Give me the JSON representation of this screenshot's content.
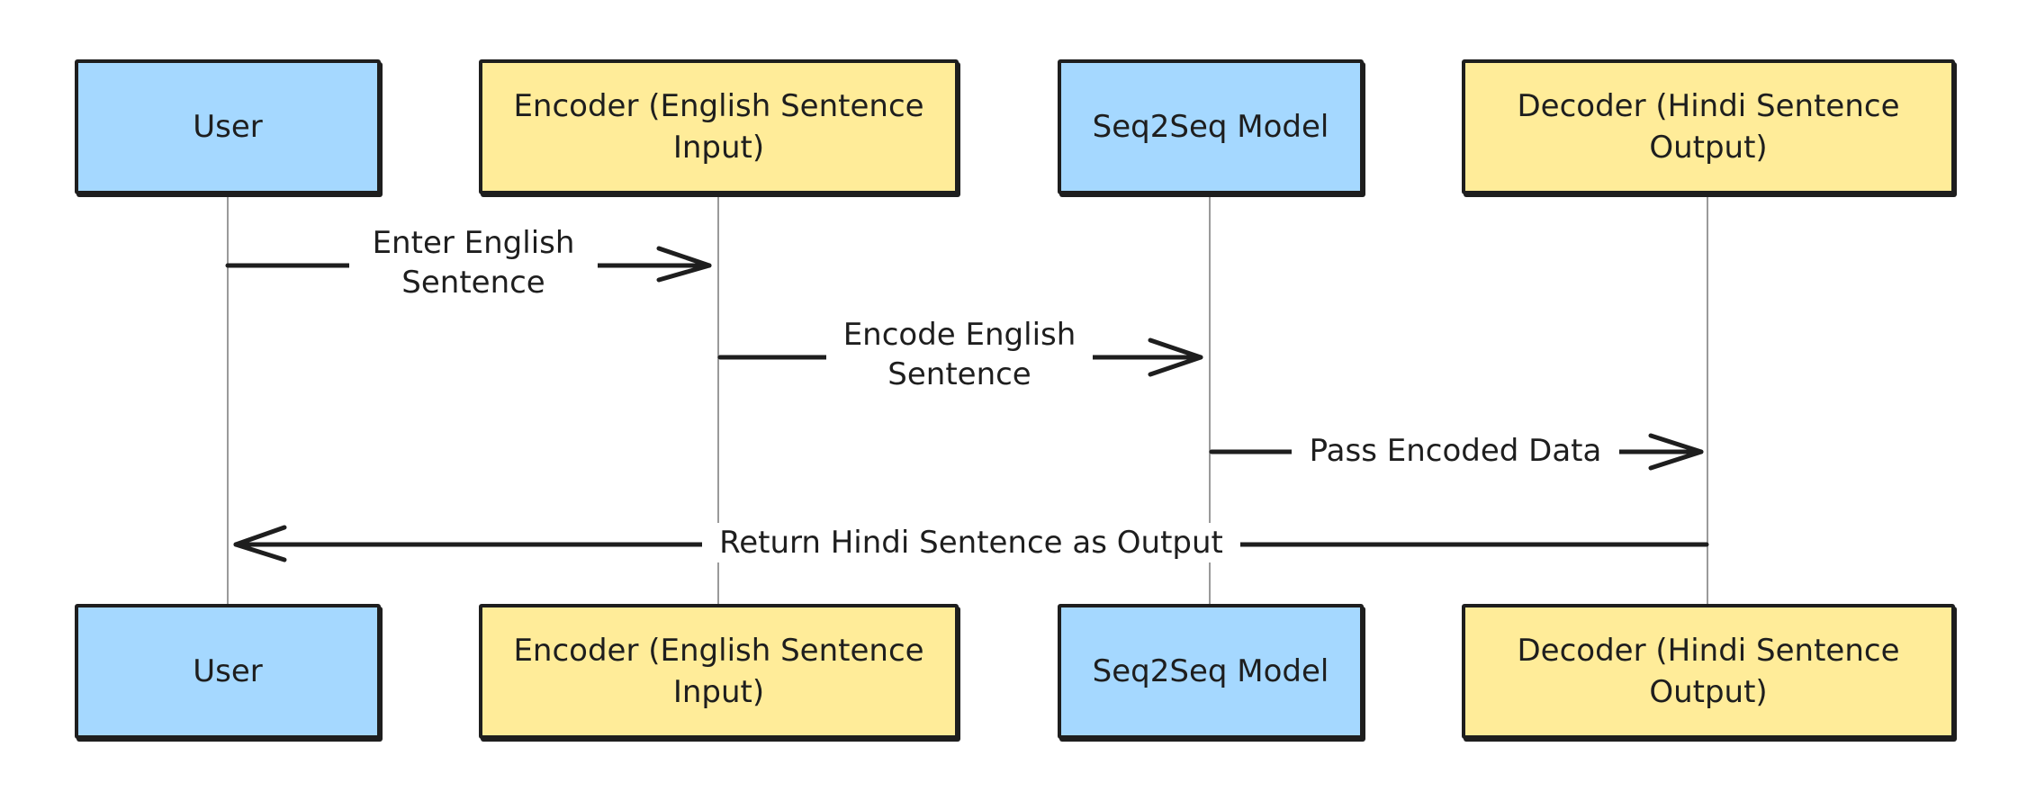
{
  "participants": [
    {
      "id": "user",
      "label": "User",
      "color": "#a5d8ff"
    },
    {
      "id": "encoder",
      "label": "Encoder (English Sentence Input)",
      "color": "#ffec99"
    },
    {
      "id": "model",
      "label": "Seq2Seq Model",
      "color": "#a5d8ff"
    },
    {
      "id": "decoder",
      "label": "Decoder (Hindi Sentence Output)",
      "color": "#ffec99"
    }
  ],
  "messages": [
    {
      "from": "User",
      "to": "Encoder (English Sentence Input)",
      "label": "Enter English Sentence"
    },
    {
      "from": "Encoder (English Sentence Input)",
      "to": "Seq2Seq Model",
      "label": "Encode English Sentence"
    },
    {
      "from": "Seq2Seq Model",
      "to": "Decoder (Hindi Sentence Output)",
      "label": "Pass Encoded Data"
    },
    {
      "from": "Decoder (Hindi Sentence Output)",
      "to": "User",
      "label": "Return Hindi Sentence as Output"
    }
  ],
  "colors": {
    "stroke": "#1e1e1e",
    "lifeline": "#9a9a9a",
    "actor_blue": "#a5d8ff",
    "actor_yellow": "#ffec99"
  }
}
